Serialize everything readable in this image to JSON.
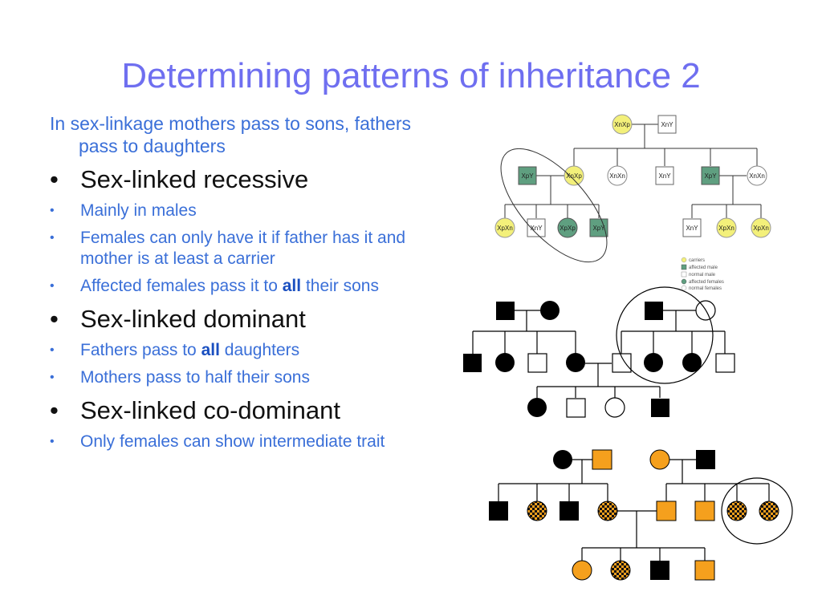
{
  "title": "Determining patterns of inheritance 2",
  "intro": "In sex-linkage mothers pass to sons, fathers pass to daughters",
  "sections": [
    {
      "heading": "Sex-linked recessive",
      "items": [
        {
          "text": "Mainly in males"
        },
        {
          "text": "Females can only have it if father has it and mother is at least a carrier"
        },
        {
          "pre": "Affected females pass it to ",
          "bold": "all",
          "post": " their sons"
        }
      ]
    },
    {
      "heading": "Sex-linked dominant",
      "items": [
        {
          "pre": "Fathers pass to ",
          "bold": "all",
          "post": " daughters"
        },
        {
          "text": "Mothers pass to half their sons"
        }
      ]
    },
    {
      "heading": "Sex-linked co-dominant",
      "items": [
        {
          "text": "Only females can show intermediate trait"
        }
      ]
    }
  ],
  "pedigree1": {
    "genotypes": {
      "g1_mother": "XnXp",
      "g1_father": "XnY",
      "g2_1": "XpY",
      "g2_2": "XnXp",
      "g2_3": "XnXn",
      "g2_4": "XnY",
      "g2_5": "XpY",
      "g2_6": "XnXn",
      "g3_1": "XpXn",
      "g3_2": "XnY",
      "g3_3": "XpXp",
      "g3_4": "XpY",
      "g3_5": "XnY",
      "g3_6": "XpXn",
      "g3_7": "XpXn"
    },
    "legend": [
      "carriers",
      "affected male",
      "normal male",
      "affected females",
      "normal females"
    ]
  },
  "colors": {
    "title": "#6f6ff0",
    "blue_text": "#3a6fd8",
    "carrier": "#f3f07a",
    "affected_green": "#5f9f80",
    "orange": "#f5a01d"
  }
}
